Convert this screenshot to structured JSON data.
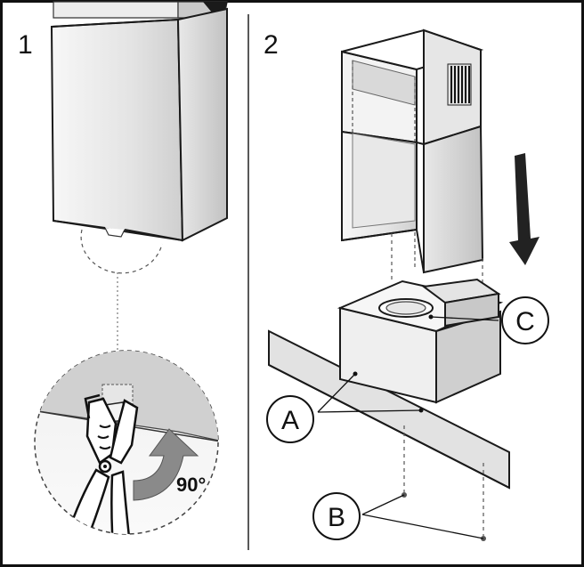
{
  "panels": [
    {
      "number": "1"
    },
    {
      "number": "2"
    }
  ],
  "rotation_angle": "90°",
  "callouts": {
    "a": "A",
    "b": "B",
    "c": "C"
  },
  "colors": {
    "line": "#1a1a1a",
    "panel_light": "#f1f1f1",
    "panel_mid": "#dadada",
    "panel_dark": "#bcbcbc",
    "arrow": "#222222"
  },
  "icons": [
    "pliers-icon",
    "rotate-arrow-icon",
    "down-arrow-icon",
    "vent-grille-icon"
  ]
}
